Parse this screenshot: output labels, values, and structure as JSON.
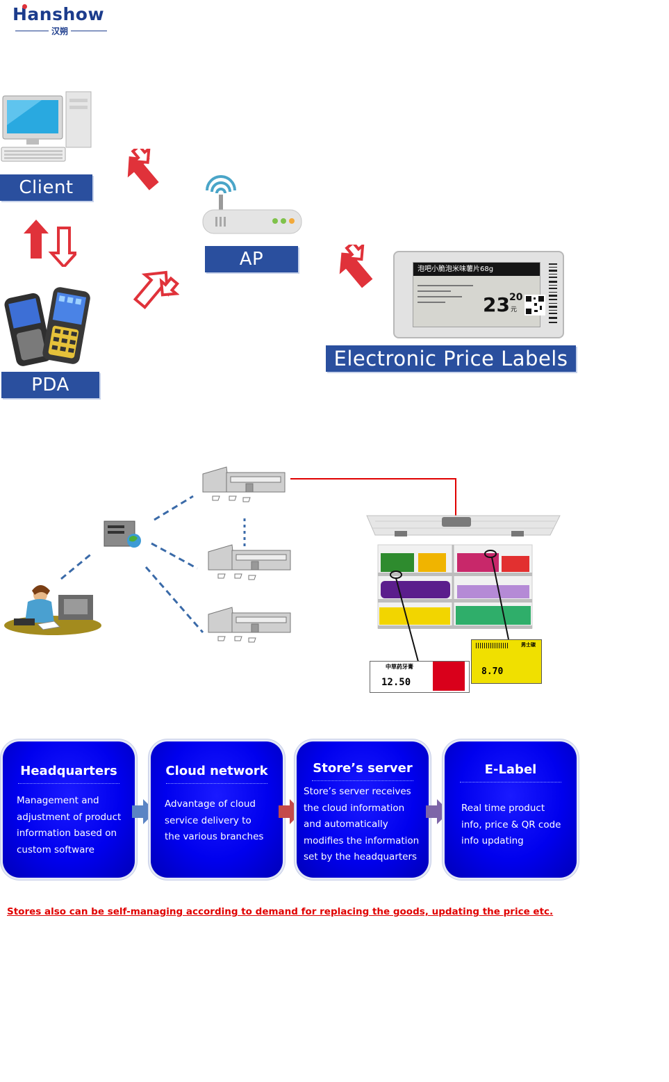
{
  "logo": {
    "brand": "Hanshow",
    "brand_cn": "汉朔"
  },
  "top_diagram": {
    "client_label": "Client",
    "ap_label": "AP",
    "pda_label": "PDA",
    "esl_label": "Electronic Price Labels",
    "esl_sample": {
      "title": "泡吧小脆泡米味薯片68g",
      "price_main": "23",
      "price_cents": "20",
      "unit": "元"
    }
  },
  "store_tags": [
    {
      "title": "中草药牙膏",
      "price": "12.50",
      "color": "#d9001b"
    },
    {
      "title": "男士碳",
      "price": "8.70",
      "color": "#f0e000"
    }
  ],
  "process": [
    {
      "title": "Headquarters",
      "body": [
        "Management and",
        "adjustment of product",
        "information based on",
        "custom software"
      ]
    },
    {
      "title": "Cloud network",
      "body": [
        "Advantage of cloud",
        "service delivery to",
        "the various branches"
      ]
    },
    {
      "title": "Store’s server",
      "body": [
        "Store’s server receives",
        "the cloud information",
        "and automatically",
        "modifies the information",
        "set by the headquarters"
      ]
    },
    {
      "title": "E-Label",
      "body": [
        "Real time product",
        "info, price & QR code",
        "info updating"
      ]
    }
  ],
  "colors": {
    "label_blue": "#2a4f9e",
    "card_blue": "#0000ee",
    "arrow_red": "#e0323a",
    "footnote_red": "#e00000"
  },
  "footnote": "Stores also can be self-managing according to demand for replacing the goods, updating the price etc."
}
